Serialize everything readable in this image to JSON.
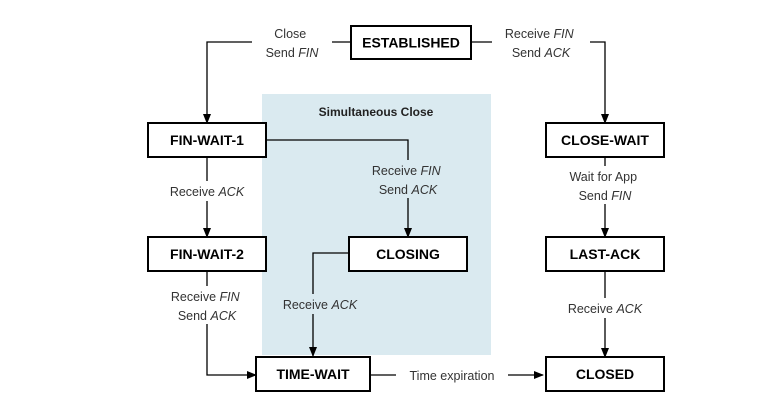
{
  "colors": {
    "region_fill": "#daeaf0",
    "stroke": "#000000",
    "text": "#333333"
  },
  "region": {
    "title": "Simultaneous Close"
  },
  "states": {
    "established": "ESTABLISHED",
    "fin_wait_1": "FIN-WAIT-1",
    "fin_wait_2": "FIN-WAIT-2",
    "closing": "CLOSING",
    "time_wait": "TIME-WAIT",
    "close_wait": "CLOSE-WAIT",
    "last_ack": "LAST-ACK",
    "closed": "CLOSED"
  },
  "transitions": {
    "est_to_fw1": {
      "line1": "Close",
      "line2_prefix": "Send ",
      "line2_em": "FIN"
    },
    "est_to_cw": {
      "line1_prefix": "Receive ",
      "line1_em": "FIN",
      "line2_prefix": "Send ",
      "line2_em": "ACK"
    },
    "fw1_to_fw2": {
      "prefix": "Receive ",
      "em": "ACK"
    },
    "fw1_to_closing": {
      "line1_prefix": "Receive ",
      "line1_em": "FIN",
      "line2_prefix": "Send ",
      "line2_em": "ACK"
    },
    "fw2_to_tw": {
      "line1_prefix": "Receive ",
      "line1_em": "FIN",
      "line2_prefix": "Send ",
      "line2_em": "ACK"
    },
    "closing_to_tw": {
      "prefix": "Receive ",
      "em": "ACK"
    },
    "cw_to_la": {
      "line1": "Wait for App",
      "line2_prefix": "Send ",
      "line2_em": "FIN"
    },
    "la_to_closed": {
      "prefix": "Receive ",
      "em": "ACK"
    },
    "tw_to_closed": {
      "label": "Time expiration"
    }
  }
}
